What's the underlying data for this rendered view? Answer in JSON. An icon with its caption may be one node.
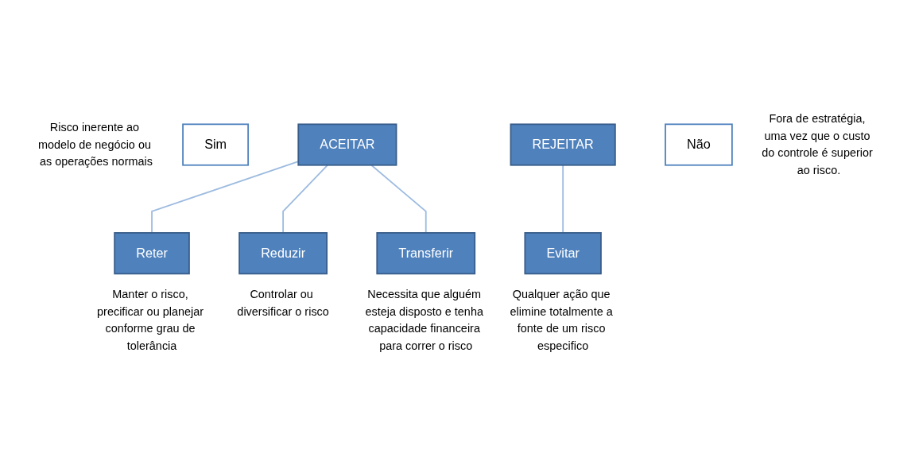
{
  "diagram": {
    "nodes": [
      {
        "text": [
          "Sim"
        ],
        "beside": [
          "Risco inerente ao modelo de negócio ou as operações normais"
        ]
      },
      {
        "text": [
          "ACEITAR"
        ]
      },
      {
        "text": [
          "REJEITAR"
        ]
      },
      {
        "text": [
          "Não"
        ],
        "beside": [
          "Fora de estratégia, uma vez que o custo do controle é superior ao risco."
        ]
      },
      {
        "text": [
          "Reter"
        ],
        "beside": [
          "Manter o risco, precificar ou planejar conforme grau de tolerância"
        ]
      },
      {
        "text": [
          "Reduzir"
        ],
        "beside": [
          "Controlar ou diversificar o risco"
        ]
      },
      {
        "text": [
          "Transferir"
        ],
        "beside": [
          "Necessita que alguém esteja disposto e tenha capacidade financeira para correr o risco"
        ]
      },
      {
        "text": [
          "Evitar"
        ],
        "beside": [
          "Qualquer ação que elimine totalmente a fonte de um risco especifico"
        ]
      }
    ],
    "edges": [
      {
        "from": 1,
        "to": 4,
        "arrow": "none"
      },
      {
        "from": 1,
        "to": 5,
        "arrow": "none"
      },
      {
        "from": 1,
        "to": 6,
        "arrow": "none"
      },
      {
        "from": 2,
        "to": 7,
        "arrow": "none"
      }
    ]
  }
}
